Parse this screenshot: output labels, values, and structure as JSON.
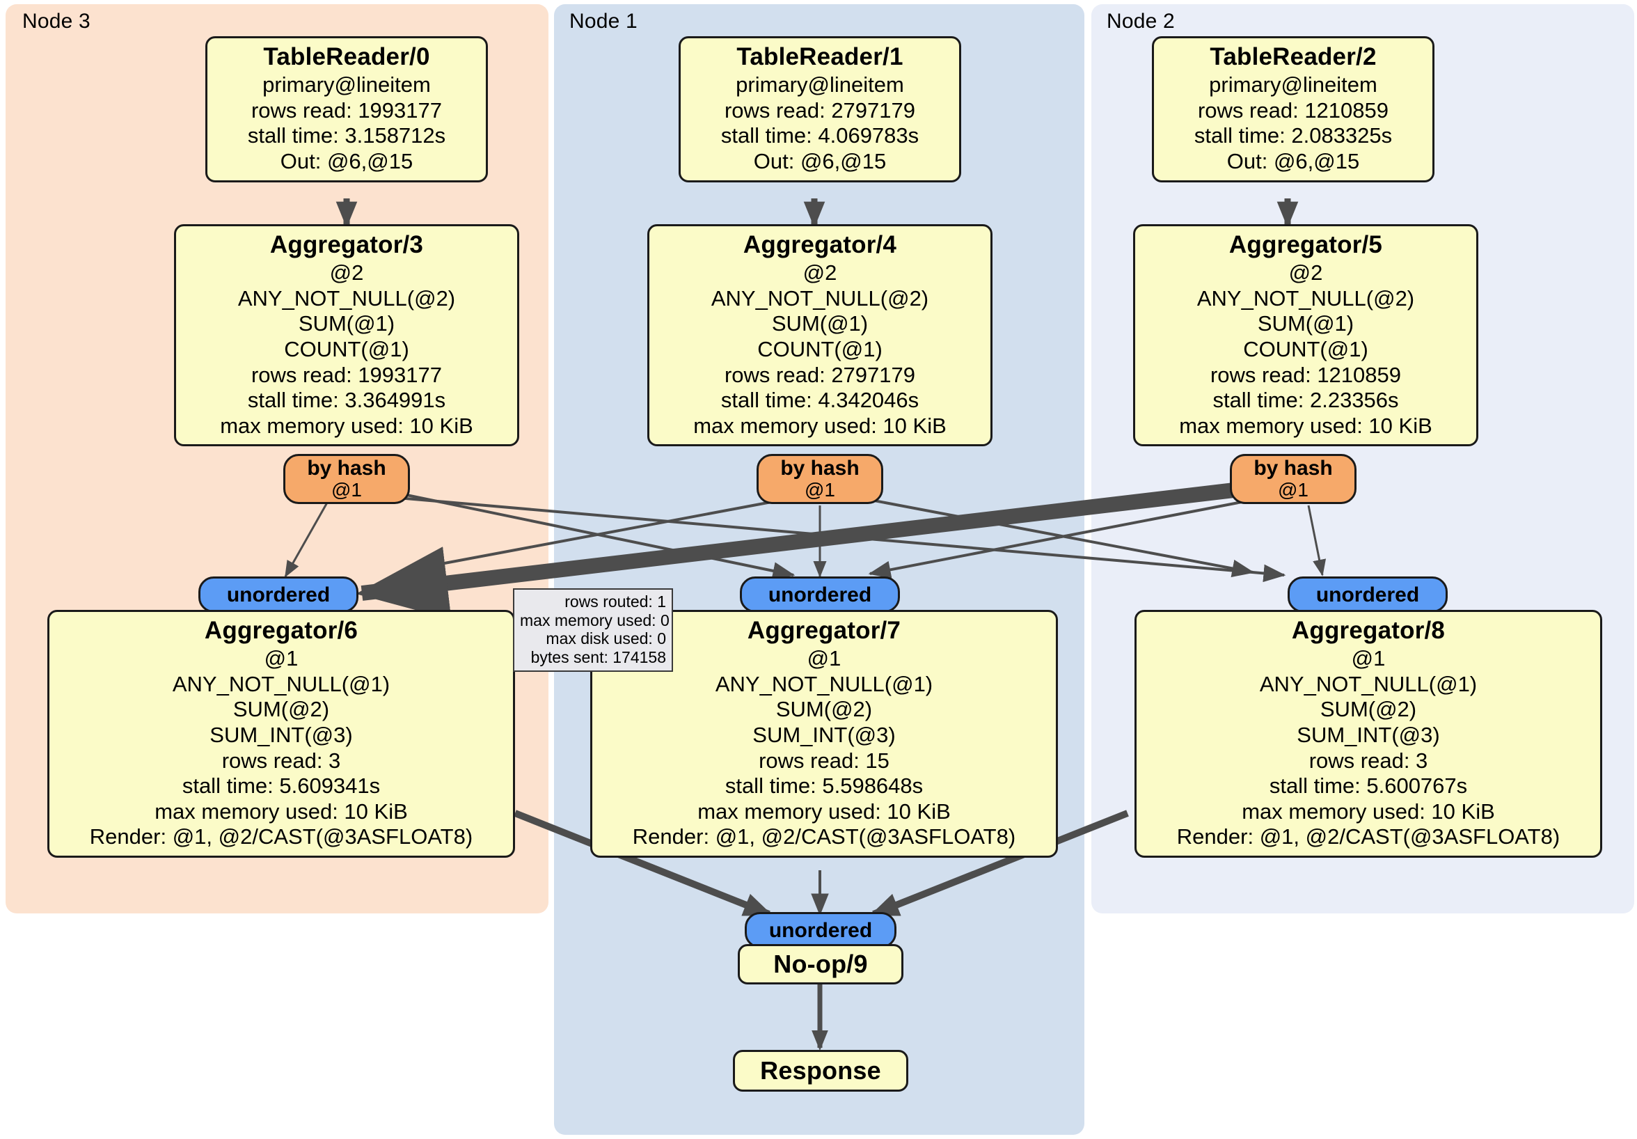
{
  "diagram": {
    "type": "distributed-query-execution-plan",
    "colors": {
      "node3_panel": "#FCE2CF",
      "node1_panel": "#D2DFEE",
      "node2_panel": "#EAEEF8",
      "operator_fill": "#FBFBC8",
      "operator_border": "#1A1A1A",
      "hash_router_fill": "#F6A96A",
      "stream_fill": "#5C9CF5",
      "stats_fill": "#E9E9ED",
      "edge": "#4D4D4D"
    },
    "clusters": [
      {
        "id": "node3",
        "label": "Node 3"
      },
      {
        "id": "node1",
        "label": "Node 1"
      },
      {
        "id": "node2",
        "label": "Node 2"
      }
    ],
    "operators": [
      {
        "id": "tablereader0",
        "title": "TableReader/0",
        "lines": [
          "primary@lineitem",
          "rows read: 1993177",
          "stall time: 3.158712s",
          "Out: @6,@15"
        ]
      },
      {
        "id": "tablereader1",
        "title": "TableReader/1",
        "lines": [
          "primary@lineitem",
          "rows read: 2797179",
          "stall time: 4.069783s",
          "Out: @6,@15"
        ]
      },
      {
        "id": "tablereader2",
        "title": "TableReader/2",
        "lines": [
          "primary@lineitem",
          "rows read: 1210859",
          "stall time: 2.083325s",
          "Out: @6,@15"
        ]
      },
      {
        "id": "aggregator3",
        "title": "Aggregator/3",
        "lines": [
          "@2",
          "ANY_NOT_NULL(@2)",
          "SUM(@1)",
          "COUNT(@1)",
          "rows read: 1993177",
          "stall time: 3.364991s",
          "max memory used: 10 KiB"
        ]
      },
      {
        "id": "aggregator4",
        "title": "Aggregator/4",
        "lines": [
          "@2",
          "ANY_NOT_NULL(@2)",
          "SUM(@1)",
          "COUNT(@1)",
          "rows read: 2797179",
          "stall time: 4.342046s",
          "max memory used: 10 KiB"
        ]
      },
      {
        "id": "aggregator5",
        "title": "Aggregator/5",
        "lines": [
          "@2",
          "ANY_NOT_NULL(@2)",
          "SUM(@1)",
          "COUNT(@1)",
          "rows read: 1210859",
          "stall time: 2.23356s",
          "max memory used: 10 KiB"
        ]
      },
      {
        "id": "aggregator6",
        "title": "Aggregator/6",
        "lines": [
          "@1",
          "ANY_NOT_NULL(@1)",
          "SUM(@2)",
          "SUM_INT(@3)",
          "rows read: 3",
          "stall time: 5.609341s",
          "max memory used: 10 KiB",
          "Render: @1, @2/CAST(@3ASFLOAT8)"
        ]
      },
      {
        "id": "aggregator7",
        "title": "Aggregator/7",
        "lines": [
          "@1",
          "ANY_NOT_NULL(@1)",
          "SUM(@2)",
          "SUM_INT(@3)",
          "rows read: 15",
          "stall time: 5.598648s",
          "max memory used: 10 KiB",
          "Render: @1, @2/CAST(@3ASFLOAT8)"
        ]
      },
      {
        "id": "aggregator8",
        "title": "Aggregator/8",
        "lines": [
          "@1",
          "ANY_NOT_NULL(@1)",
          "SUM(@2)",
          "SUM_INT(@3)",
          "rows read: 3",
          "stall time: 5.600767s",
          "max memory used: 10 KiB",
          "Render: @1, @2/CAST(@3ASFLOAT8)"
        ]
      },
      {
        "id": "noop9",
        "title": "No-op/9",
        "lines": []
      },
      {
        "id": "response",
        "title": "Response",
        "lines": []
      }
    ],
    "routers": [
      {
        "id": "byhash3",
        "title": "by hash",
        "sub": "@1"
      },
      {
        "id": "byhash4",
        "title": "by hash",
        "sub": "@1"
      },
      {
        "id": "byhash5",
        "title": "by hash",
        "sub": "@1"
      }
    ],
    "streams": [
      {
        "id": "unordered6",
        "title": "unordered"
      },
      {
        "id": "unordered7",
        "title": "unordered"
      },
      {
        "id": "unordered8",
        "title": "unordered"
      },
      {
        "id": "unordered9",
        "title": "unordered"
      }
    ],
    "edge_stats": {
      "id": "edge-stats-box",
      "lines": [
        "rows routed: 1",
        "max memory used: 0",
        "max disk used: 0",
        "bytes sent: 174158"
      ]
    }
  }
}
